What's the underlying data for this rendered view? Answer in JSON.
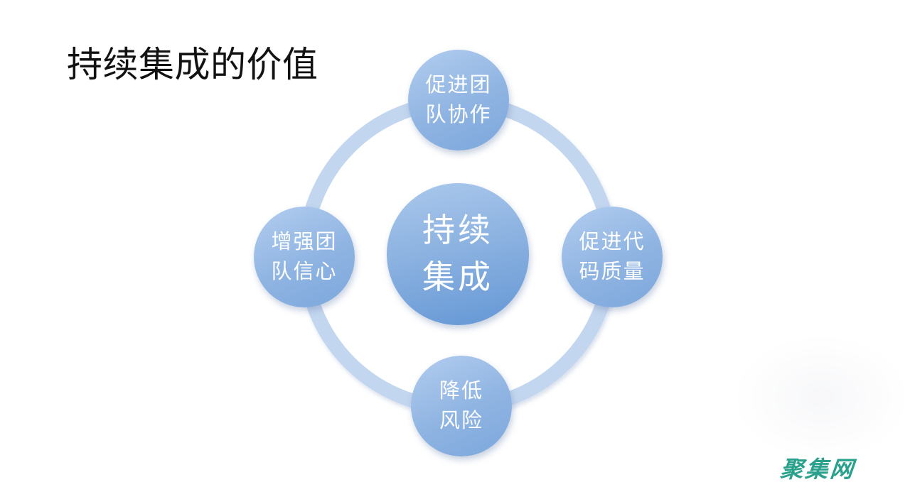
{
  "title": "持续集成的价值",
  "diagram": {
    "center": {
      "name": "持续集成",
      "lines": [
        "持续",
        "集成"
      ]
    },
    "nodes": [
      {
        "position": "top",
        "name": "促进团队协作",
        "lines": [
          "促进团",
          "队协作"
        ]
      },
      {
        "position": "right",
        "name": "促进代码质量",
        "lines": [
          "促进代",
          "码质量"
        ]
      },
      {
        "position": "bottom",
        "name": "降低风险",
        "lines": [
          "降低",
          "风险"
        ]
      },
      {
        "position": "left",
        "name": "增强团队信心",
        "lines": [
          "增强团",
          "队信心"
        ]
      }
    ]
  },
  "watermark": {
    "text": "聚集网",
    "color": "#29a18c"
  },
  "colors": {
    "background": "#ffffff",
    "title_text": "#121212",
    "ring": "#c3d6ef",
    "node_gradient_light": "#abc8ec",
    "node_gradient_dark": "#6497d5",
    "node_text": "#fdfeff"
  }
}
